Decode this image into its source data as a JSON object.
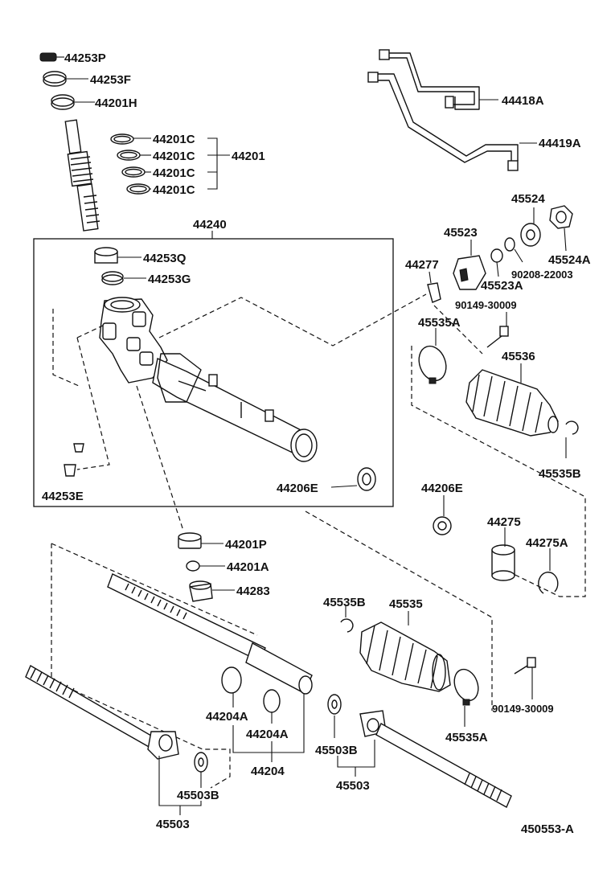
{
  "diagram": {
    "figure_code": "450553-A",
    "labels": {
      "p44253P": "44253P",
      "p44253F": "44253F",
      "p44201H": "44201H",
      "p44201C_1": "44201C",
      "p44201C_2": "44201C",
      "p44201C_3": "44201C",
      "p44201C_4": "44201C",
      "p44201": "44201",
      "p44240": "44240",
      "p44253Q": "44253Q",
      "p44253G": "44253G",
      "p44253E": "44253E",
      "p44206E_in": "44206E",
      "p44206E_out": "44206E",
      "p44418A": "44418A",
      "p44419A": "44419A",
      "p45524": "45524",
      "p45523": "45523",
      "p44277": "44277",
      "p45524A": "45524A",
      "p90208_22003": "90208-22003",
      "p45523A": "45523A",
      "p90149_30009_top": "90149-30009",
      "p45535A_top": "45535A",
      "p45536": "45536",
      "p45535B_right": "45535B",
      "p44275": "44275",
      "p44275A": "44275A",
      "p44201P": "44201P",
      "p44201A": "44201A",
      "p44283": "44283",
      "p45535B_mid": "45535B",
      "p45535": "45535",
      "p44204A_1": "44204A",
      "p44204A_2": "44204A",
      "p44204": "44204",
      "p45503B_left": "45503B",
      "p45503_left": "45503",
      "p45503B_mid": "45503B",
      "p45503_mid": "45503",
      "p45535A_bot": "45535A",
      "p90149_30009_bot": "90149-30009"
    }
  }
}
